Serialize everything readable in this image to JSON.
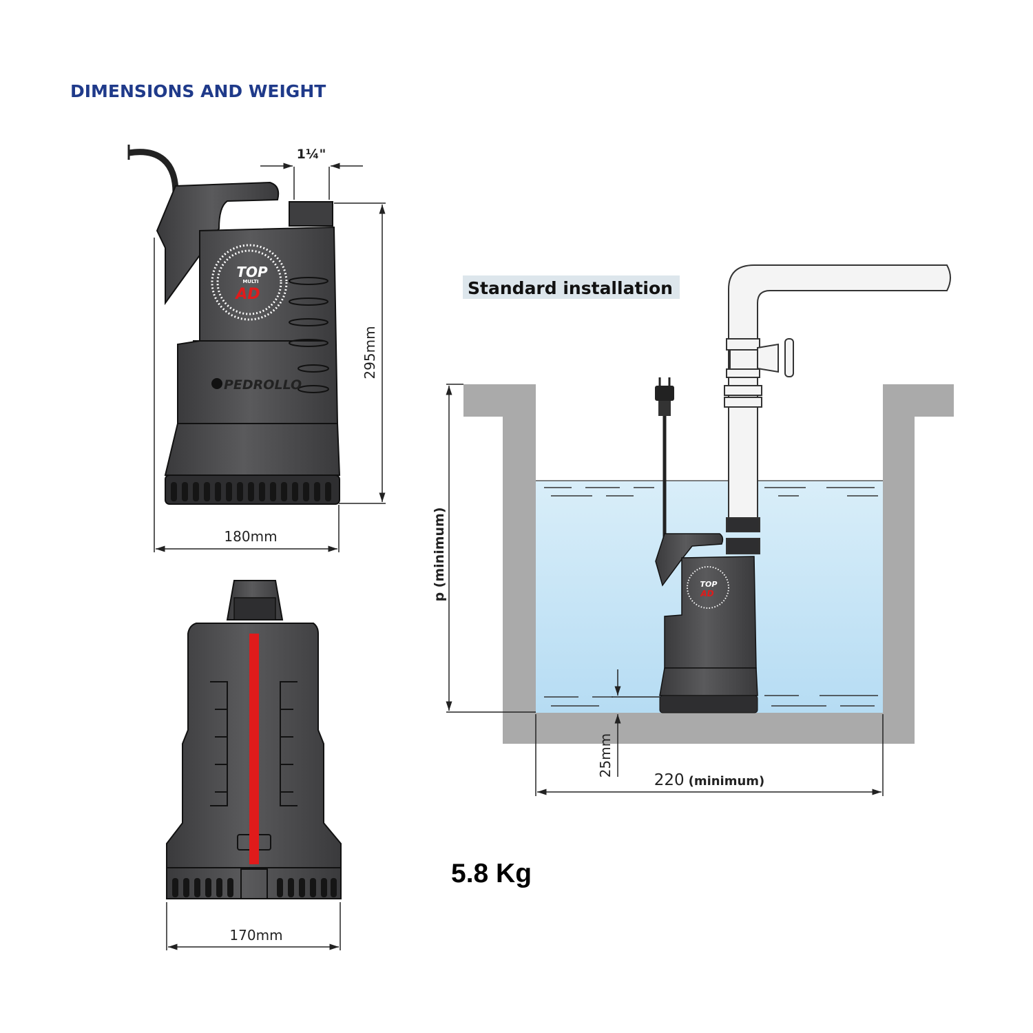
{
  "title": "DIMENSIONS AND WEIGHT",
  "front_view": {
    "outlet_label": "1¼\"",
    "height_label": "295mm",
    "width_label": "180mm",
    "logo_top": "TOP",
    "logo_multi": "MULTI",
    "logo_ad": "AD",
    "brand": "PEDROLLO"
  },
  "bottom_view": {
    "width_label": "170mm"
  },
  "installation": {
    "heading": "Standard installation",
    "depth_label": "p (minimum)",
    "clearance_label": "25mm",
    "width_value": "220",
    "width_note": "(minimum)"
  },
  "weight": "5.8 Kg",
  "colors": {
    "title": "#1f3a8a",
    "pump_body": "#4a4a4c",
    "accent_red": "#e01b1b",
    "wall": "#aaaaaa",
    "water": "#cbe6f6",
    "heading_bg": "#dde6ec"
  }
}
